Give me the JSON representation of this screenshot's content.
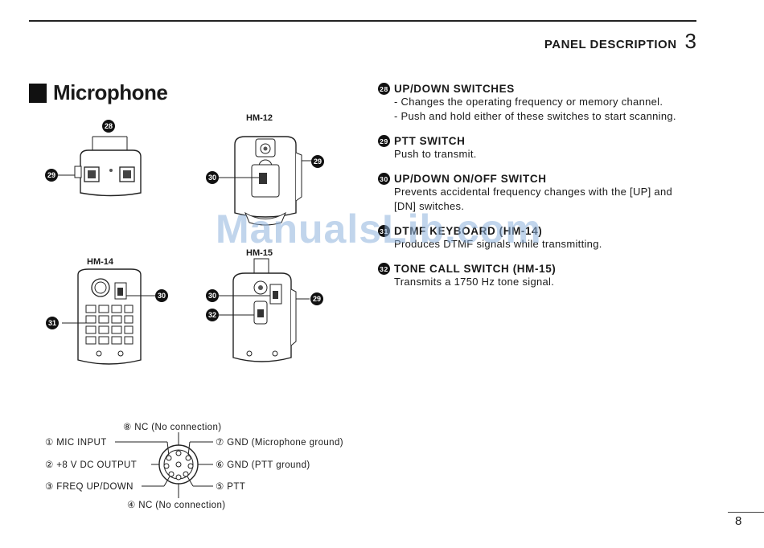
{
  "header": {
    "title": "PANEL DESCRIPTION",
    "chapter": "3"
  },
  "section_title": "Microphone",
  "models": {
    "hm12": "HM-12",
    "hm14": "HM-14",
    "hm15": "HM-15"
  },
  "callouts": {
    "c28": "28",
    "c29": "29",
    "c30": "30",
    "c31": "31",
    "c32": "32"
  },
  "descriptions": [
    {
      "number": "28",
      "title": "UP/DOWN SWITCHES",
      "lines": [
        "- Changes the operating frequency or memory channel.",
        "- Push and hold either of these switches to start scanning."
      ]
    },
    {
      "number": "29",
      "title": "PTT SWITCH",
      "lines": [
        "Push to transmit."
      ]
    },
    {
      "number": "30",
      "title": "UP/DOWN ON/OFF SWITCH",
      "lines": [
        "Prevents accidental frequency changes with the [UP] and",
        "[DN] switches."
      ]
    },
    {
      "number": "31",
      "title": "DTMF KEYBOARD (HM-14)",
      "lines": [
        "Produces DTMF signals while transmitting."
      ]
    },
    {
      "number": "32",
      "title": "TONE CALL SWITCH (HM-15)",
      "lines": [
        "Transmits a 1750 Hz tone signal."
      ]
    }
  ],
  "connector": {
    "pin8": "⑧ NC  (No connection)",
    "pin1": "① MIC  INPUT",
    "pin7": "⑦ GND  (Microphone ground)",
    "pin2": "② +8 V  DC  OUTPUT",
    "pin6": "⑥ GND  (PTT ground)",
    "pin3": "③ FREQ  UP/DOWN",
    "pin5": "⑤ PTT",
    "pin4": "④ NC  (No connection)"
  },
  "watermark": "ManualsLib.com",
  "page_number": "8"
}
